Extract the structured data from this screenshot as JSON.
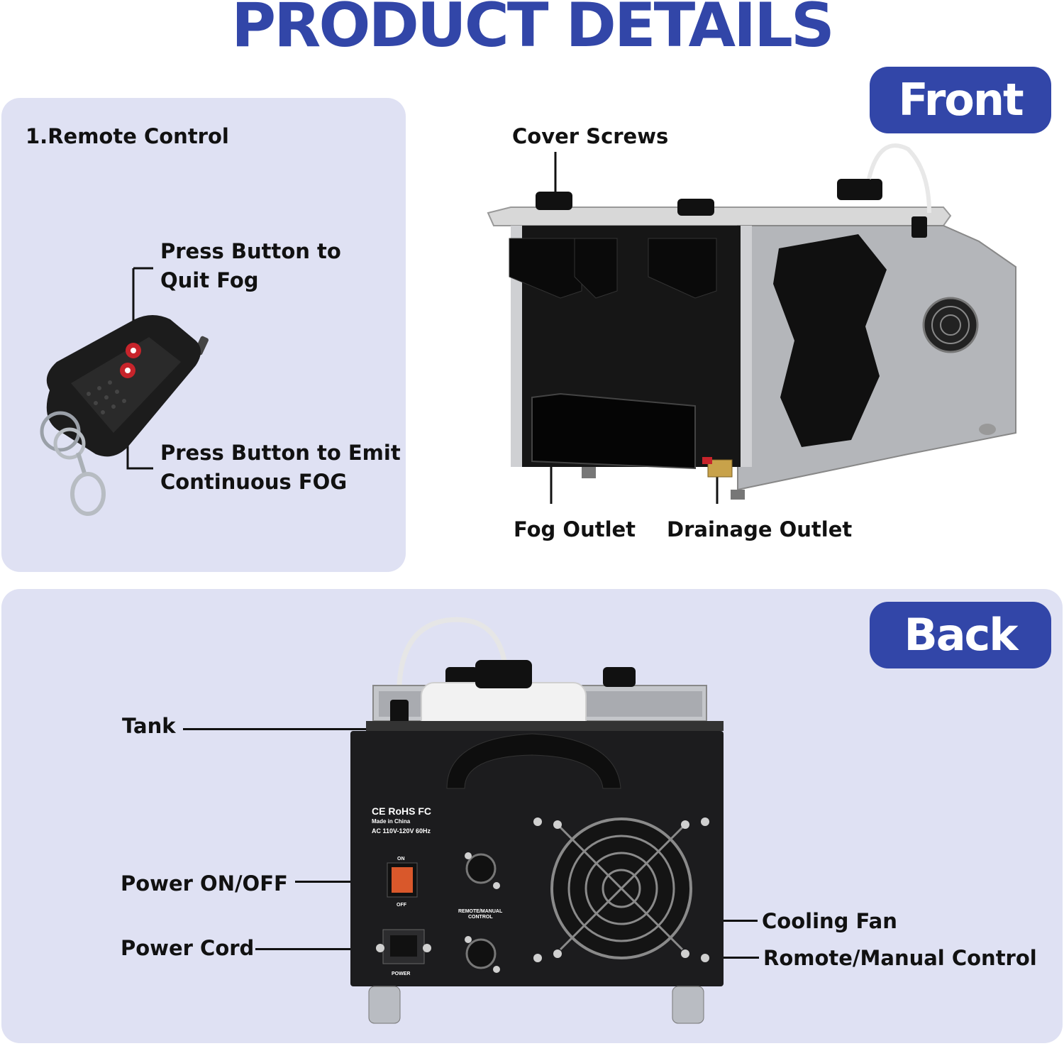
{
  "title": "PRODUCT DETAILS",
  "front": {
    "badge": "Front",
    "labels": {
      "cover_screws": "Cover Screws",
      "fog_outlet": "Fog Outlet",
      "drainage_outlet": "Drainage Outlet"
    }
  },
  "remote": {
    "heading": "1.Remote Control",
    "quit_line1": "Press Button to",
    "quit_line2": "Quit Fog",
    "emit_line1": "Press Button to Emit",
    "emit_line2": "Continuous FOG"
  },
  "back": {
    "badge": "Back",
    "labels": {
      "tank": "Tank",
      "power_switch": "Power ON/OFF",
      "power_cord": "Power Cord",
      "cooling_fan": "Cooling Fan",
      "remote_manual": "Romote/Manual Control"
    },
    "panel_text": {
      "certs": "CE RoHS FC",
      "made_in": "Made in China",
      "voltage": "AC 110V-120V 60Hz",
      "on": "ON",
      "off": "OFF",
      "remote_manual_1": "REMOTE/MANUAL",
      "remote_manual_2": "CONTROL",
      "power": "POWER"
    }
  },
  "colors": {
    "accent": "#3246a8",
    "panel": "#dfe1f3"
  }
}
